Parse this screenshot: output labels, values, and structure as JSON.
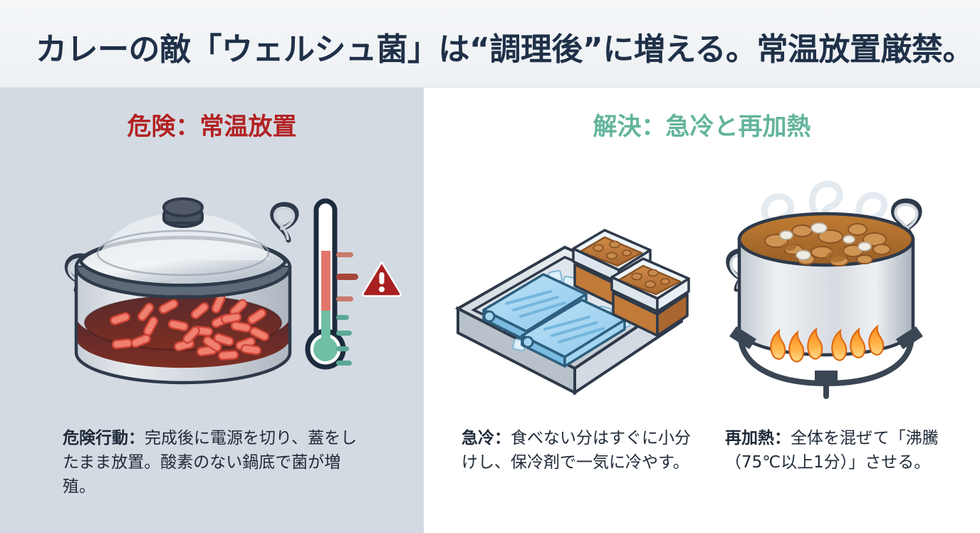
{
  "header": {
    "title": "カレーの敵「ウェルシュ菌」は“調理後”に増える。常温放置厳禁。",
    "background": "#f1f3f5",
    "title_color": "#1f3048"
  },
  "panels": {
    "left": {
      "heading": "危険：常温放置",
      "heading_color": "#b22222",
      "background": "#d4dae2",
      "illustration": {
        "name": "covered-pot-with-bacteria",
        "elements": [
          "lid",
          "lid-knob",
          "pot-body",
          "two-handles",
          "dark-curry-at-bottom",
          "red-rod-bacteria"
        ],
        "bacteria_color": "#f08070",
        "curry_color": "#6e2a24"
      },
      "thermometer": {
        "name": "room-temperature-thermometer",
        "hot_color": "#e3766a",
        "cool_color": "#6fbfa5",
        "tick_count": 6
      },
      "warning_icon": {
        "name": "warning-triangle-icon",
        "glyph": "!",
        "color": "#a82020"
      },
      "caption_label": "危険行動：",
      "caption_body": "完成後に電源を切り、蓋をしたまま放置。酸素のない鍋底で菌が増殖。"
    },
    "right": {
      "heading": "解決：急冷と再加熱",
      "heading_color": "#63b49c",
      "background": "#ffffff",
      "items": [
        {
          "illustration": {
            "name": "ice-tray-with-containers",
            "elements": [
              "metal-tray",
              "two-blue-ice-packs",
              "ice-cubes",
              "three-stacked-containers-with-curry"
            ],
            "ice_pack_color": "#9ed3f0",
            "curry_color": "#c47a3c"
          },
          "caption_label": "急冷：",
          "caption_body": "食べない分はすぐに小分けし、保冷剤で一気に冷やす。"
        },
        {
          "illustration": {
            "name": "reheating-pot-on-burner",
            "elements": [
              "open-pot",
              "bubbling-brown-curry",
              "steam-wisps",
              "gas-burner-grate",
              "orange-flames"
            ],
            "curry_color": "#b5742f",
            "flame_color": "#ff8a1f",
            "steam_count": 3,
            "flame_count": 6
          },
          "caption_label": "再加熱：",
          "caption_body": "全体を混ぜて「沸騰（75℃以上1分）」させる。"
        }
      ]
    }
  }
}
